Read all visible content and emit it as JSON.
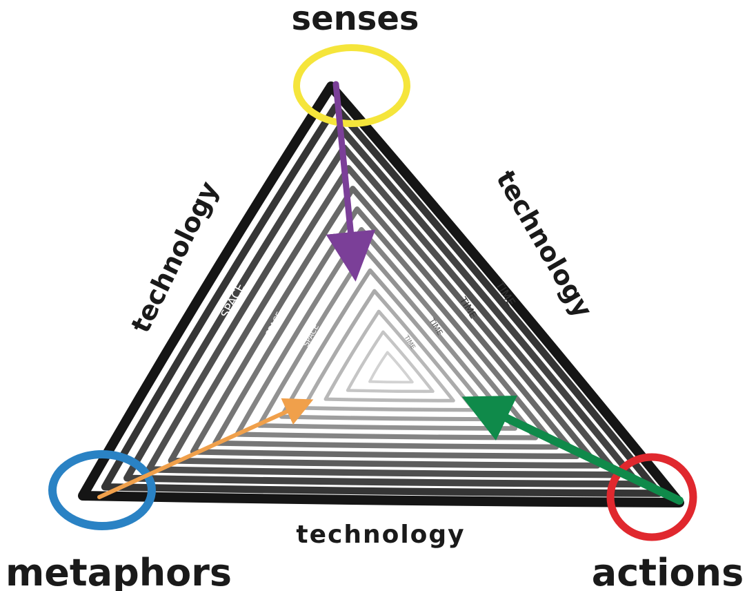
{
  "vertices": {
    "top": "senses",
    "bottom_left": "metaphors",
    "bottom_right": "actions"
  },
  "edges": {
    "left": "technology",
    "right": "technology",
    "bottom": "technology"
  },
  "dimensions": {
    "left_side": "SPACE",
    "right_side": "TIME"
  },
  "colors": {
    "senses_circle": "#f5e53b",
    "metaphors_circle": "#2a82c4",
    "actions_circle": "#e0282e",
    "senses_arrow": "#7b3f98",
    "metaphors_arrow": "#f0a04b",
    "actions_arrow": "#0f8a4a",
    "outer_stroke": "#151515"
  }
}
